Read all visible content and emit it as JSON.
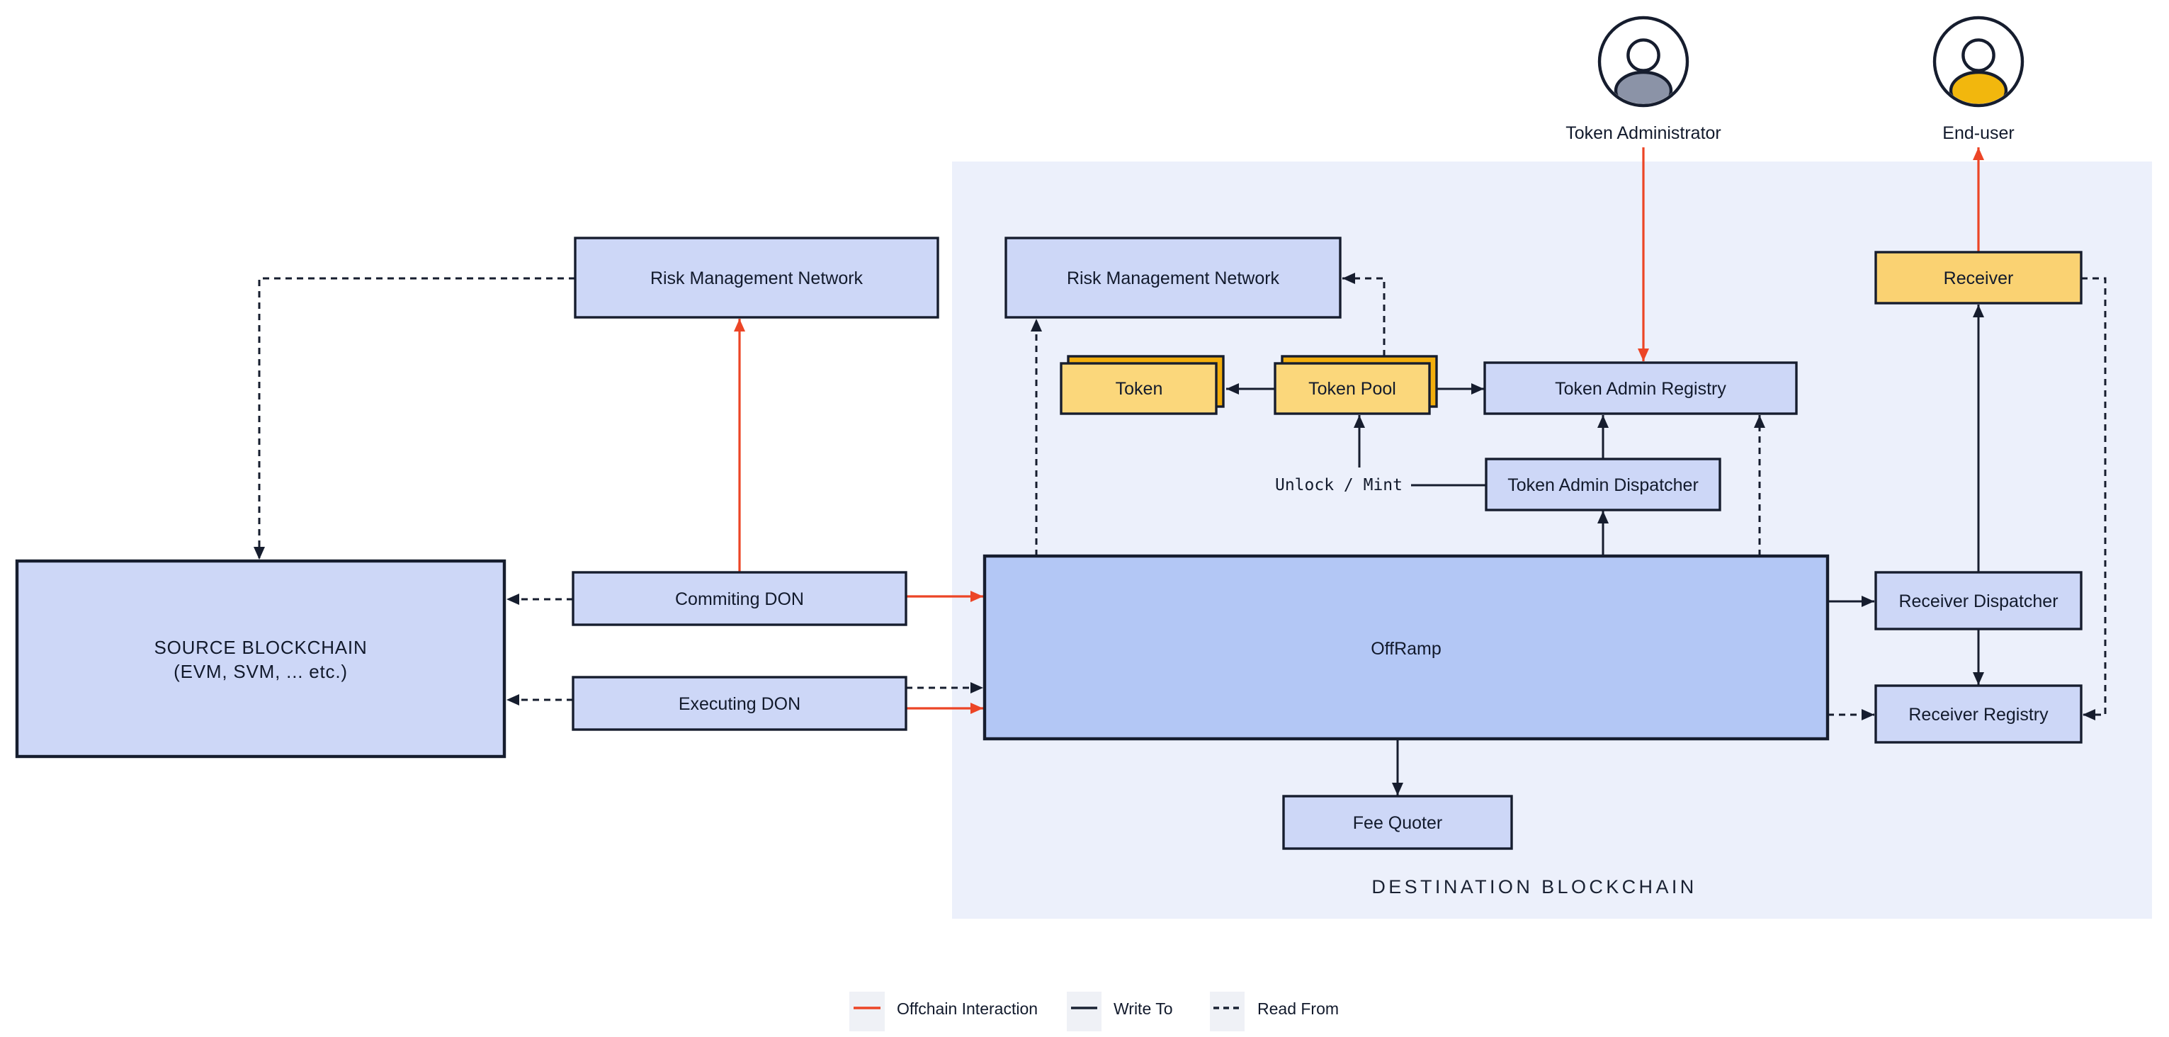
{
  "actors": {
    "token_admin": {
      "label": "Token Administrator"
    },
    "end_user": {
      "label": "End-user"
    }
  },
  "nodes": {
    "rmn_left": "Risk Management Network",
    "rmn_right": "Risk Management Network",
    "source_line1": "SOURCE BLOCKCHAIN",
    "source_line2": "(EVM, SVM, ... etc.)",
    "commiting_don": "Commiting DON",
    "executing_don": "Executing DON",
    "offramp": "OffRamp",
    "token": "Token",
    "token_pool": "Token Pool",
    "token_admin_registry": "Token Admin Registry",
    "token_admin_dispatcher": "Token Admin Dispatcher",
    "receiver": "Receiver",
    "receiver_dispatcher": "Receiver Dispatcher",
    "receiver_registry": "Receiver Registry",
    "fee_quoter": "Fee Quoter"
  },
  "annotations": {
    "unlock_mint": "Unlock / Mint",
    "destination_label": "DESTINATION BLOCKCHAIN"
  },
  "legend": {
    "offchain": "Offchain Interaction",
    "write_to": "Write To",
    "read_from": "Read From"
  },
  "colors": {
    "background": "#FFFFFF",
    "destination_panel": "#ECF0FB",
    "box_blue": "#CDD7F7",
    "offramp_blue": "#B3C7F5",
    "token_yellow": "#FBD77B",
    "token_gold": "#F2AE0D",
    "receiver_yellow": "#FAD272",
    "admin_shoulders": "#8B93A7",
    "enduser_shoulders": "#F2B70D",
    "outline_dark": "#161D2E",
    "offchain_red": "#EC4526",
    "legend_swatch_bg": "#EFF1F6",
    "text": "#121A2C"
  }
}
